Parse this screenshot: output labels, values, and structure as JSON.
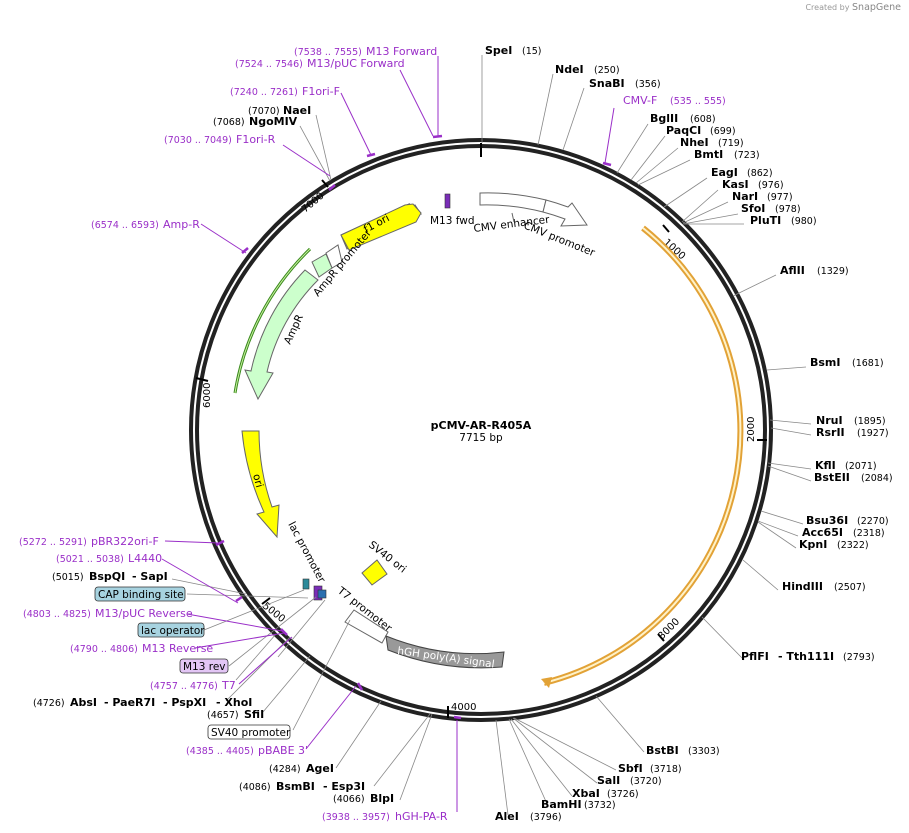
{
  "credit": {
    "prefix": "Created by",
    "brand": "SnapGene"
  },
  "plasmid": {
    "name": "pCMV-AR-R405A",
    "size": "7715 bp"
  },
  "ticks": [
    "1000",
    "2000",
    "3000",
    "4000",
    "5000",
    "6000",
    "7000"
  ],
  "features": {
    "f1_ori": "f1 ori",
    "m13_fwd": "M13 fwd",
    "cmv_enhancer": "CMV enhancer",
    "cmv_promoter": "CMV promoter",
    "ampr_promoter": "AmpR promoter",
    "ampr": "AmpR",
    "ori": "ori",
    "lac_promoter": "lac promoter",
    "sv40_ori": "SV40 ori",
    "t7_promoter": "T7 promoter",
    "hgh_polya": "hGH poly(A) signal"
  },
  "enzymes_right": [
    {
      "name": "SpeI",
      "pos": "(15)"
    },
    {
      "name": "NdeI",
      "pos": "(250)"
    },
    {
      "name": "SnaBI",
      "pos": "(356)"
    },
    {
      "name": "BglII",
      "pos": "(608)"
    },
    {
      "name": "PaqCI",
      "pos": "(699)"
    },
    {
      "name": "NheI",
      "pos": "(719)"
    },
    {
      "name": "BmtI",
      "pos": "(723)"
    },
    {
      "name": "EagI",
      "pos": "(862)"
    },
    {
      "name": "KasI",
      "pos": "(976)"
    },
    {
      "name": "NarI",
      "pos": "(977)"
    },
    {
      "name": "SfoI",
      "pos": "(978)"
    },
    {
      "name": "PluTI",
      "pos": "(980)"
    },
    {
      "name": "AflII",
      "pos": "(1329)"
    },
    {
      "name": "BsmI",
      "pos": "(1681)"
    },
    {
      "name": "NruI",
      "pos": "(1895)"
    },
    {
      "name": "RsrII",
      "pos": "(1927)"
    },
    {
      "name": "KflI",
      "pos": "(2071)"
    },
    {
      "name": "BstEII",
      "pos": "(2084)"
    },
    {
      "name": "Bsu36I",
      "pos": "(2270)"
    },
    {
      "name": "Acc65I",
      "pos": "(2318)"
    },
    {
      "name": "KpnI",
      "pos": "(2322)"
    },
    {
      "name": "HindIII",
      "pos": "(2507)"
    },
    {
      "name": "PflFI",
      "name2": "- Tth111I",
      "pos": "(2793)"
    },
    {
      "name": "BstBI",
      "pos": "(3303)"
    },
    {
      "name": "SbfI",
      "pos": "(3718)"
    },
    {
      "name": "SalI",
      "pos": "(3720)"
    },
    {
      "name": "XbaI",
      "pos": "(3726)"
    },
    {
      "name": "BamHI",
      "pos": "(3732)"
    },
    {
      "name": "AleI",
      "pos": "(3796)"
    }
  ],
  "enzymes_left": [
    {
      "name": "NaeI",
      "pos": "(7070)"
    },
    {
      "name": "NgoMIV",
      "pos": "(7068)"
    },
    {
      "name": "BspQI",
      "name2": "- SapI",
      "pos": "(5015)"
    },
    {
      "name": "AbsI",
      "name2": "- PaeR7I",
      "name3": "- PspXI",
      "name4": "- XhoI",
      "pos": "(4726)"
    },
    {
      "name": "SfiI",
      "pos": "(4657)"
    },
    {
      "name": "AgeI",
      "pos": "(4284)"
    },
    {
      "name": "BsmBI",
      "name2": "- Esp3I",
      "pos": "(4086)"
    },
    {
      "name": "BlpI",
      "pos": "(4066)"
    }
  ],
  "primers": [
    {
      "name": "M13 Forward",
      "range": "(7538 .. 7555)"
    },
    {
      "name": "M13/pUC Forward",
      "range": "(7524 .. 7546)"
    },
    {
      "name": "F1ori-F",
      "range": "(7240 .. 7261)"
    },
    {
      "name": "F1ori-R",
      "range": "(7030 .. 7049)"
    },
    {
      "name": "Amp-R",
      "range": "(6574 .. 6593)"
    },
    {
      "name": "CMV-F",
      "range": "(535 .. 555)"
    },
    {
      "name": "pBR322ori-F",
      "range": "(5272 .. 5291)"
    },
    {
      "name": "L4440",
      "range": "(5021 .. 5038)"
    },
    {
      "name": "M13/pUC Reverse",
      "range": "(4803 .. 4825)"
    },
    {
      "name": "M13 Reverse",
      "range": "(4790 .. 4806)"
    },
    {
      "name": "T7",
      "range": "(4757 .. 4776)"
    },
    {
      "name": "pBABE 3'",
      "range": "(4385 .. 4405)"
    },
    {
      "name": "hGH-PA-R",
      "range": "(3938 .. 3957)"
    }
  ],
  "boxed_labels": {
    "cap": "CAP binding site",
    "lac_operator": "lac operator",
    "m13_rev": "M13 rev",
    "sv40_promoter": "SV40 promoter"
  },
  "colors": {
    "f1_ori": "#ffff00",
    "ori": "#ffff00",
    "sv40_ori": "#ffff00",
    "ampr": "#ccffcc",
    "cmv": "#ffffff",
    "hgh": "#999999",
    "cap": "#a7d3e0",
    "m13_rev": "#e3c6f5",
    "primer": "#9a2fc8",
    "orf_outline": "#e2a236"
  }
}
